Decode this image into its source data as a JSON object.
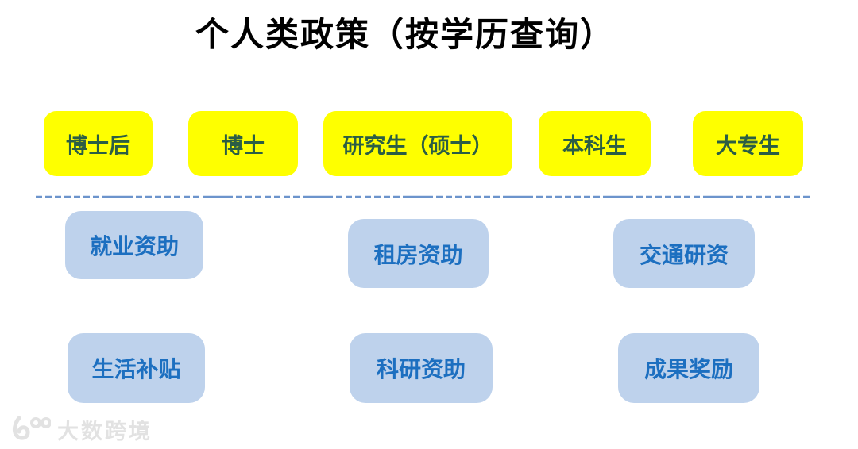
{
  "page": {
    "title": "个人类政策（按学历查询）"
  },
  "education_levels": {
    "items": [
      {
        "label": "博士后"
      },
      {
        "label": "博士"
      },
      {
        "label": "研究生（硕士）"
      },
      {
        "label": "本科生"
      },
      {
        "label": "大专生"
      }
    ]
  },
  "policies": {
    "row1": [
      {
        "label": "就业资助"
      },
      {
        "label": "租房资助"
      },
      {
        "label": "交通研资"
      }
    ],
    "row2": [
      {
        "label": "生活补贴"
      },
      {
        "label": "科研资助"
      },
      {
        "label": "成果奖励"
      }
    ]
  },
  "watermark": {
    "brand": "大数跨境",
    "logo": "100-swirl-logo"
  },
  "colors": {
    "education_box_bg": "#FEFF00",
    "education_box_text": "#2B5E45",
    "policy_box_bg": "#BED2EC",
    "policy_box_text": "#1C6FC0",
    "divider": "#6C94CC",
    "title_text": "#000000",
    "watermark_text": "#E2E2E2"
  }
}
